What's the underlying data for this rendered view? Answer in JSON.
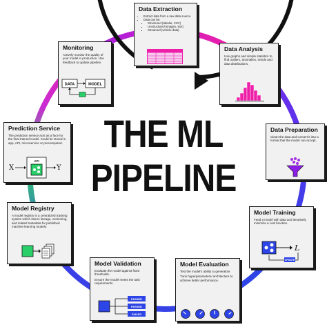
{
  "title": {
    "line1": "THE ML",
    "line2": "PIPELINE"
  },
  "colors": {
    "magenta": "#ee1fa8",
    "blue": "#2d45e6",
    "green": "#29d06a",
    "purple": "#8c1ee6",
    "card_bg": "#f1f1f1"
  },
  "stages": {
    "extraction": {
      "title": "Data Extraction",
      "bullets": [
        "Extract data from a raw data source.",
        "Data can be:"
      ],
      "sub_bullets": [
        "Structured (tabular, CSV)",
        "Unstructured (images, text)",
        "Streamed (vehicle data)"
      ]
    },
    "analysis": {
      "title": "Data Analysis",
      "text": "Use graphs and simple statistics to find outliers, anomalies, trends and data distributions."
    },
    "preparation": {
      "title": "Data Preparation",
      "text": "Clean the data and convert it into a format that the model can accept."
    },
    "training": {
      "title": "Model Training",
      "text": "Feed a model with data and iteratively minimize a cost function.",
      "loss_symbol": "L",
      "update_label": "UPDATE"
    },
    "evaluation": {
      "title": "Model Evaluation",
      "text1": "Test the model's ability to generalize.",
      "text2": "Tune hyperparameters/ architecture to achieve better performance."
    },
    "validation": {
      "title": "Model Validation",
      "text1": "Evaluate the model against fixed thresholds.",
      "text2": "Ensure the model meets the task requirements.",
      "results": [
        "PASSED",
        "PASSED",
        "FAILED"
      ]
    },
    "registry": {
      "title": "Model Registry",
      "text": "A model registry is a centralized tracking system which stores lineage, versioning, and related metadata for published machine learning models."
    },
    "prediction": {
      "title": "Prediction Service",
      "text": "The prediction service acts as a face for the final trained model. Could be stored in app, API, microservice or precomputed.",
      "api_label": "API",
      "input_symbol": "X",
      "output_symbol": "Y"
    },
    "monitoring": {
      "title": "Monitoring",
      "text": "Actively monitor the quality of your model in production. Use feedback to update pipeline.",
      "data_label": "DATA",
      "model_label": "MODEL"
    }
  }
}
